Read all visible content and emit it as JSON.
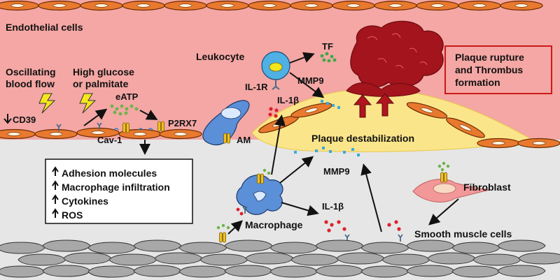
{
  "labels": {
    "endothelial": "Endothelial cells",
    "oscillating_1": "Oscillating",
    "oscillating_2": "blood flow",
    "glucose_1": "High glucose",
    "glucose_2": "or palmitate",
    "cd39": "CD39",
    "eatp": "eATP",
    "p2rx7": "P2RX7",
    "cav1": "Cav-1",
    "am": "AM",
    "leukocyte": "Leukocyte",
    "tf": "TF",
    "il1r": "IL-1R",
    "mmp9_top": "MMP9",
    "il1b_top": "IL-1β",
    "plaque_destab": "Plaque destabilization",
    "rupture_1": "Plaque rupture",
    "rupture_2": "and Thrombus",
    "rupture_3": "formation",
    "mmp9_mid": "MMP9",
    "macrophage": "Macrophage",
    "il1b_low": "IL-1β",
    "fibroblast": "Fibroblast",
    "smooth_muscle": "Smooth muscle cells"
  },
  "effects": [
    "Adhesion molecules",
    "Macrophage infiltration",
    "Cytokines",
    "ROS"
  ],
  "colors": {
    "lumen": "#f4a7a4",
    "intima": "#e6e6e6",
    "endothelium": "#e8792e",
    "plaque": "#fbe58a",
    "thrombus": "#a3141c",
    "leukocyte": "#4fb0e3",
    "macrophage": "#5b8fd8",
    "fibroblast": "#f29898",
    "smc": "#a8a8a8",
    "il1b": "#e0202a",
    "mmp9": "#3aa8e0",
    "eatp": "#6cb34a",
    "arrow_up": "#b0141e"
  },
  "icons": [
    "lightning-icon",
    "arrow-up-icon",
    "receptor-icon"
  ]
}
